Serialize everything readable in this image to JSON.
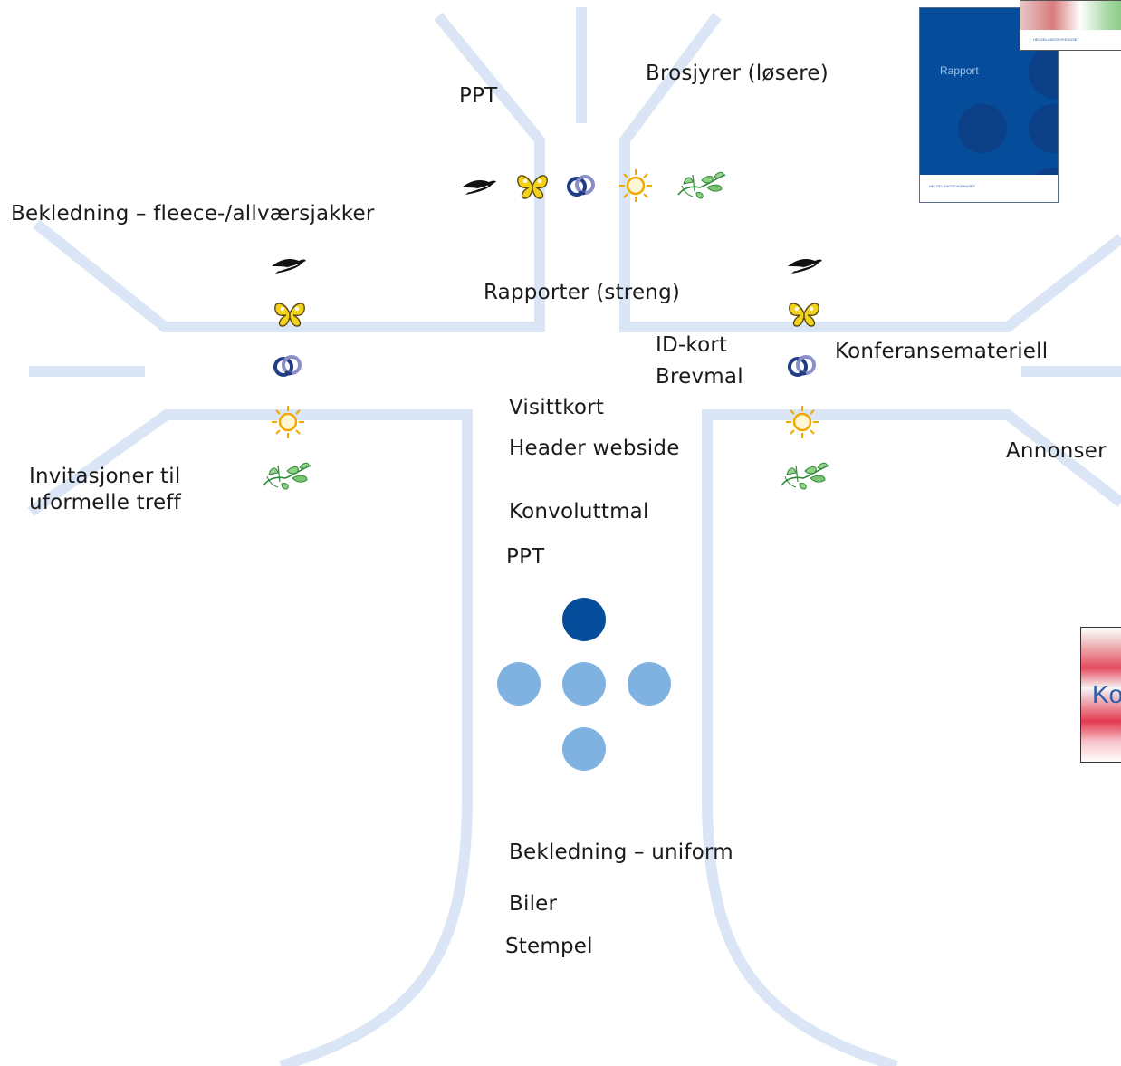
{
  "labels": {
    "ppt_top": "PPT",
    "brochures": "Brosjyrer (løsere)",
    "clothing_fleece": "Bekledning – fleece-/allværsjakker",
    "reports": "Rapporter (streng)",
    "id_card": "ID-kort",
    "letter_template": "Brevmal",
    "conference": "Konferansemateriell",
    "business_card": "Visittkort",
    "header_web": "Header webside",
    "ads": "Annonser",
    "invitations": "Invitasjoner til uformelle treff",
    "envelope": "Konvoluttmal",
    "ppt_bottom": "PPT",
    "clothing_uniform": "Bekledning – uniform",
    "cars": "Biler",
    "stamp": "Stempel"
  },
  "thumbnails": {
    "report_title": "Rapport",
    "report_footer": "HELGELANDSSYKEHUSET",
    "brochure_footer": "HELGELANDSSYKEHUSET",
    "conference_text": "Ko"
  },
  "icons": [
    "bird-icon",
    "butterfly-icon",
    "rings-icon",
    "sun-icon",
    "plant-icon"
  ],
  "colors": {
    "tree_stroke": "#dae6f5",
    "dot_dark": "#054c9b",
    "dot_light": "#7fb2e0"
  }
}
